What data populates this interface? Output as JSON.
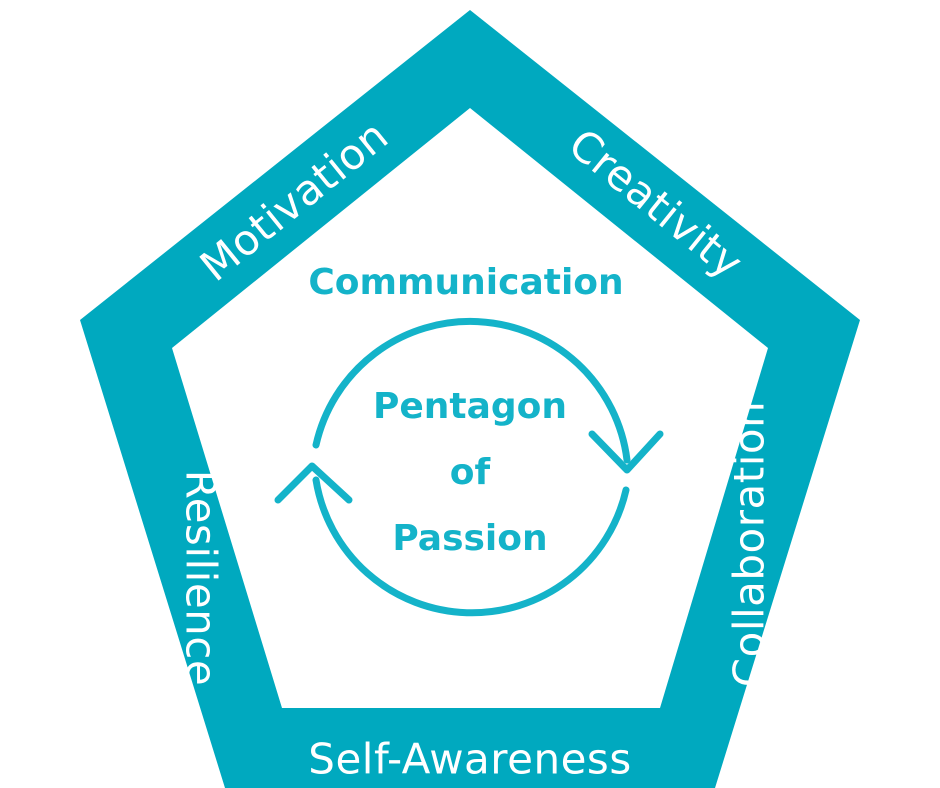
{
  "diagram": {
    "colors": {
      "frame": "#00a9bf",
      "text_accent": "#14b3c9",
      "background": "#ffffff"
    },
    "sides": {
      "top_left": "Motivation",
      "top_right": "Creativity",
      "right": "Collaboration",
      "bottom": "Self-Awareness",
      "left": "Resilience"
    },
    "inner_label": "Communication",
    "center": {
      "line1": "Pentagon",
      "line2": "of",
      "line3": "Passion"
    },
    "cycle_icon": "circular-arrows-icon"
  }
}
